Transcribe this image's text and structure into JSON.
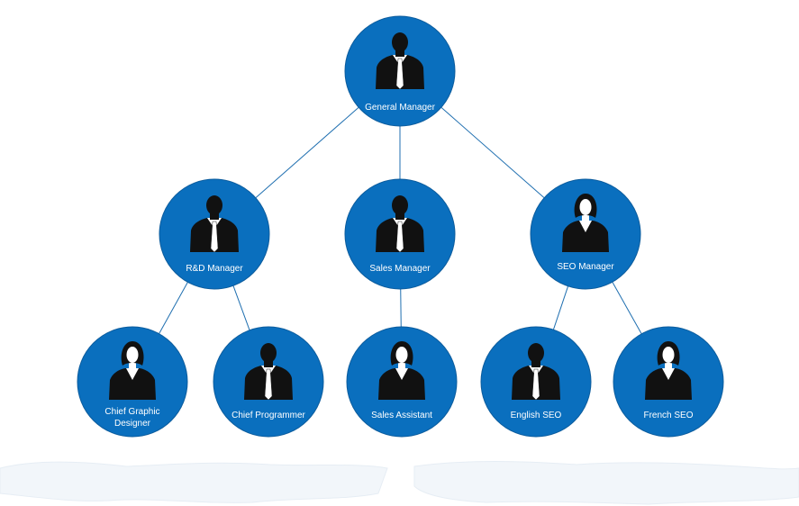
{
  "colors": {
    "node_fill": "#0a6fbe",
    "line": "#1f6fb0",
    "label": "#ffffff",
    "silhouette": "#111111",
    "background_map": "#f2f6fa"
  },
  "nodes": [
    {
      "id": "gm",
      "label": [
        "General Manager"
      ],
      "icon": "man-with-tie-icon"
    },
    {
      "id": "rd",
      "label": [
        "R&D Manager"
      ],
      "icon": "man-with-tie-icon"
    },
    {
      "id": "sales",
      "label": [
        "Sales Manager"
      ],
      "icon": "man-with-tie-icon"
    },
    {
      "id": "seo",
      "label": [
        "SEO Manager"
      ],
      "icon": "woman-icon"
    },
    {
      "id": "cgd",
      "label": [
        "Chief Graphic",
        "Designer"
      ],
      "icon": "woman-icon"
    },
    {
      "id": "cp",
      "label": [
        "Chief Programmer"
      ],
      "icon": "man-with-tie-icon"
    },
    {
      "id": "sa",
      "label": [
        "Sales Assistant"
      ],
      "icon": "woman-icon"
    },
    {
      "id": "eseo",
      "label": [
        "English SEO"
      ],
      "icon": "man-with-tie-icon"
    },
    {
      "id": "fseo",
      "label": [
        "French SEO"
      ],
      "icon": "woman-icon"
    }
  ],
  "edges": [
    [
      "gm",
      "rd"
    ],
    [
      "gm",
      "sales"
    ],
    [
      "gm",
      "seo"
    ],
    [
      "rd",
      "cgd"
    ],
    [
      "rd",
      "cp"
    ],
    [
      "sales",
      "sa"
    ],
    [
      "seo",
      "eseo"
    ],
    [
      "seo",
      "fseo"
    ]
  ]
}
